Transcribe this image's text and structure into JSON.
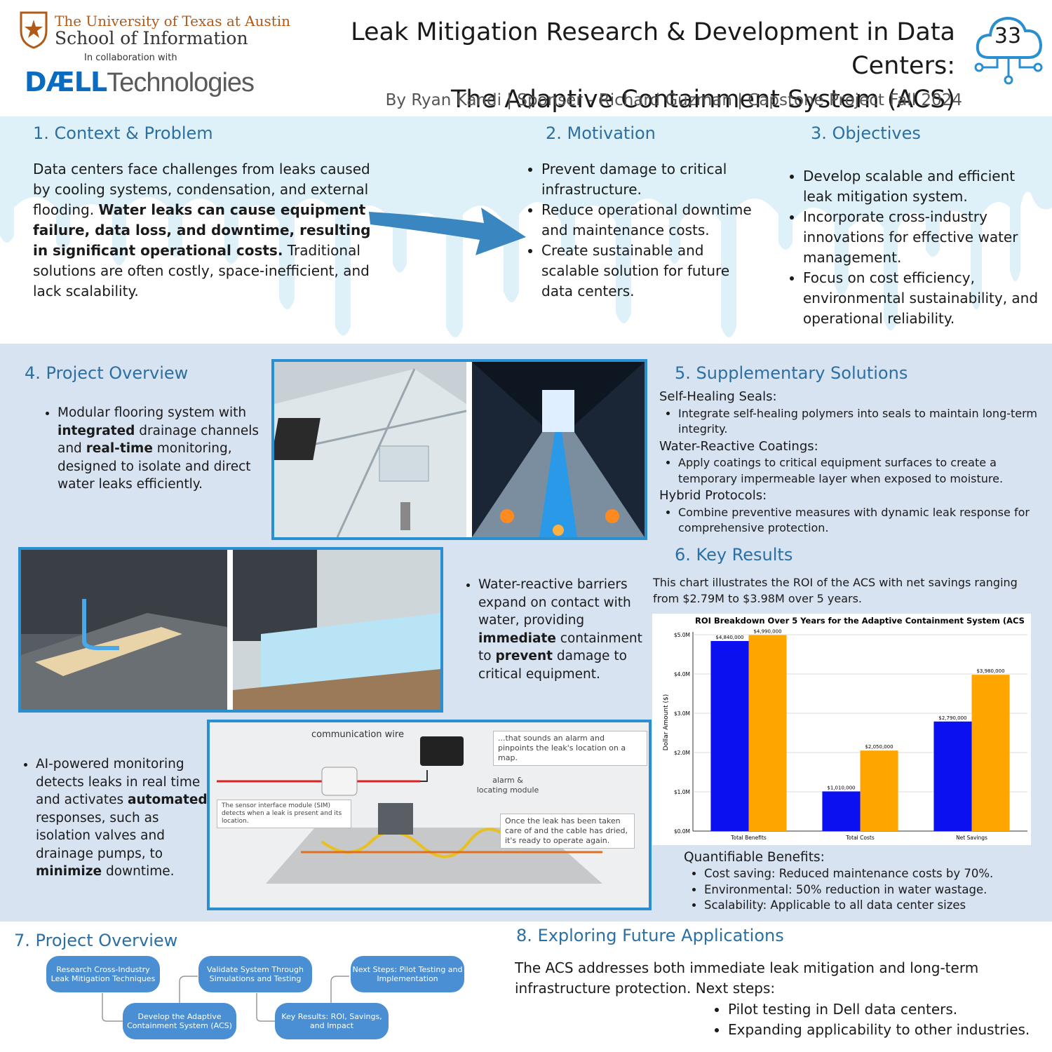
{
  "header": {
    "university_line1": "The University of Texas at Austin",
    "university_line2": "School of Information",
    "collab": "In collaboration with",
    "dell_part1": "DÆLL",
    "dell_part2": "Technologies",
    "title_line1": "Leak Mitigation Research & Development in Data Centers:",
    "title_line2": "The Adaptive Containment System (ACS)",
    "byline": "By Ryan Kandi  |  Sponser - Richard Guzman  |  Capstone Project Fall 2024",
    "badge_number": "33"
  },
  "context": {
    "heading": "1. Context & Problem",
    "text_a": "Data centers face challenges from leaks caused by cooling systems, condensation, and external flooding. ",
    "text_bold": "Water leaks can cause equipment failure, data loss, and downtime, resulting in significant operational costs.",
    "text_b": " Traditional solutions are often costly, space-inefficient, and lack scalability."
  },
  "motivation": {
    "heading": "2. Motivation",
    "items": [
      "Prevent damage to critical infrastructure.",
      "Reduce operational downtime and maintenance costs.",
      "Create sustainable and scalable solution for future data centers."
    ]
  },
  "objectives": {
    "heading": "3. Objectives",
    "items": [
      "Develop scalable and efficient leak mitigation system.",
      "Incorporate cross-industry innovations for effective water management.",
      "Focus on cost efficiency, environmental sustainability, and operational reliability."
    ]
  },
  "overview": {
    "heading": "4. Project Overview",
    "p1_a": "Modular flooring system with ",
    "p1_b": "integrated",
    "p1_c": " drainage channels and ",
    "p1_d": "real-time",
    "p1_e": " monitoring, designed to isolate and direct water leaks efficiently.",
    "p2_a": "Water-reactive barriers expand on contact with water, providing ",
    "p2_b": "immediate",
    "p2_c": " containment to ",
    "p2_d": "prevent",
    "p2_e": " damage to critical equipment.",
    "p3_a": "AI-powered monitoring detects leaks in real time and activates ",
    "p3_b": "automated",
    "p3_c": " responses, such as isolation valves and drainage pumps, to ",
    "p3_d": "minimize",
    "p3_e": " downtime."
  },
  "diagram3": {
    "wire": "communication wire",
    "alarm_callout": "...that sounds an alarm and pinpoints the leak's location on a map.",
    "alarm_label": "alarm & locating module",
    "sim_callout": "The sensor interface module (SIM) detects when a leak is present and its location.",
    "dry_callout": "Once the leak has been taken care of and the cable has dried, it's ready to operate again."
  },
  "supplementary": {
    "heading": "5. Supplementary Solutions",
    "groups": [
      {
        "title": "Self-Healing Seals:",
        "item": "Integrate self-healing polymers into seals to maintain long-term integrity."
      },
      {
        "title": "Water-Reactive Coatings:",
        "item": "Apply coatings to critical equipment surfaces to create a temporary impermeable layer when exposed to moisture."
      },
      {
        "title": "Hybrid Protocols:",
        "item": "Combine preventive measures with dynamic leak response for comprehensive protection."
      }
    ]
  },
  "results": {
    "heading": "6. Key Results",
    "intro": "This chart illustrates the ROI of the ACS with net savings ranging from $2.79M to $3.98M over 5 years.",
    "benefits_title": "Quantifiable Benefits:",
    "benefits": [
      "Cost saving: Reduced maintenance costs by 70%.",
      "Environmental: 50% reduction in water wastage.",
      "Scalability: Applicable to all data center sizes"
    ]
  },
  "chart_data": {
    "type": "bar",
    "title": "ROI Breakdown Over 5 Years for the Adaptive Containment System (ACS",
    "ylabel": "Dollar Amount ($)",
    "xlabel": "",
    "categories": [
      "Total Benefits",
      "Total Costs",
      "Net Savings"
    ],
    "series": [
      {
        "values": [
          4840000,
          1010000,
          2790000
        ],
        "color": "#0a10f0"
      },
      {
        "values": [
          4990000,
          2050000,
          3980000
        ],
        "color": "#ffa500"
      }
    ],
    "value_labels": [
      [
        "$4,840,000",
        "$1,010,000",
        "$2,790,000"
      ],
      [
        "$4,990,000",
        "$2,050,000",
        "$3,980,000"
      ]
    ],
    "yticks": [
      "$0.0M",
      "$1.0M",
      "$2.0M",
      "$3.0M",
      "$4.0M",
      "$5.0M"
    ],
    "ylim": [
      0,
      5000000
    ],
    "grid": true
  },
  "timeline": {
    "heading": "7. Project Overview",
    "steps": [
      "Research Cross-Industry Leak Mitigation Techniques",
      "Develop the Adaptive Containment System (ACS)",
      "Validate System Through Simulations and Testing",
      "Key Results: ROI, Savings, and Impact",
      "Next Steps: Pilot Testing and Implementation"
    ]
  },
  "future": {
    "heading": "8. Exploring Future Applications",
    "text": "The ACS addresses both immediate leak mitigation and long-term infrastructure protection.  Next steps:",
    "items": [
      "Pilot testing in Dell data centers.",
      "Expanding applicability to other industries."
    ]
  }
}
